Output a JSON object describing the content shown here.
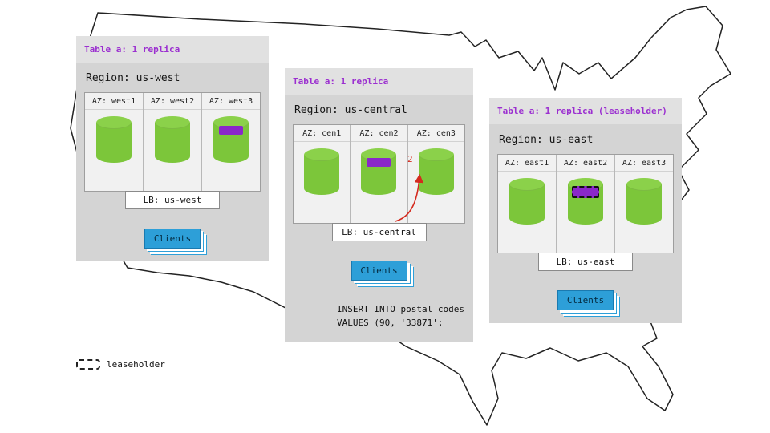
{
  "colors": {
    "title_purple": "#9b2fd0",
    "replica_purple": "#8a27c9",
    "cylinder_green": "#7cc63a",
    "cylinder_green_top": "#8bd14a",
    "clients_blue": "#2d9fd8",
    "arrow_red": "#d42a1e"
  },
  "legend": {
    "label": "leaseholder"
  },
  "panels": {
    "west": {
      "table_label": "Table a: 1 replica",
      "region_label": "Region: us-west",
      "azs": [
        {
          "label": "AZ: west1"
        },
        {
          "label": "AZ: west2"
        },
        {
          "label": "AZ: west3"
        }
      ],
      "lb_label": "LB: us-west",
      "clients_label": "Clients"
    },
    "central": {
      "table_label": "Table a: 1 replica",
      "region_label": "Region: us-central",
      "azs": [
        {
          "label": "AZ: cen1"
        },
        {
          "label": "AZ: cen2"
        },
        {
          "label": "AZ: cen3"
        }
      ],
      "lb_label": "LB: us-central",
      "clients_label": "Clients",
      "arrow_label": "2",
      "sql_line1": "INSERT INTO postal_codes",
      "sql_line2": "VALUES (90, '33871';"
    },
    "east": {
      "table_label": "Table a: 1 replica (leaseholder)",
      "region_label": "Region: us-east",
      "azs": [
        {
          "label": "AZ: east1"
        },
        {
          "label": "AZ: east2"
        },
        {
          "label": "AZ: east3"
        }
      ],
      "lb_label": "LB: us-east",
      "clients_label": "Clients"
    }
  }
}
